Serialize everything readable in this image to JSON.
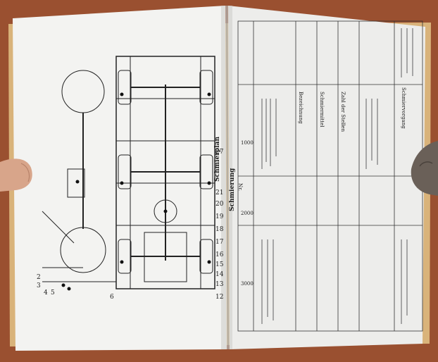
{
  "photo": {
    "subject": "open-manual",
    "colors": {
      "table": "#9a5030",
      "paper": "#f3f3f1",
      "ink": "#1c1c1c",
      "thumb": "#d8a58a",
      "cover_edge": "#d9b37a"
    }
  },
  "left_page": {
    "title": "Schmierplan",
    "callout_numbers": [
      "2",
      "3",
      "4",
      "5",
      "6",
      "12",
      "13",
      "14",
      "15",
      "16",
      "17",
      "18",
      "19",
      "20",
      "21",
      "27"
    ]
  },
  "right_page": {
    "heading_rotated": "Schmierung",
    "column_headers": [
      "Nr.",
      "Bezeichnung",
      "Schmiermittel",
      "Zahl der Stellen",
      "Schmiervorgang"
    ],
    "km_markers": [
      "1000",
      "2000",
      "3000"
    ]
  }
}
